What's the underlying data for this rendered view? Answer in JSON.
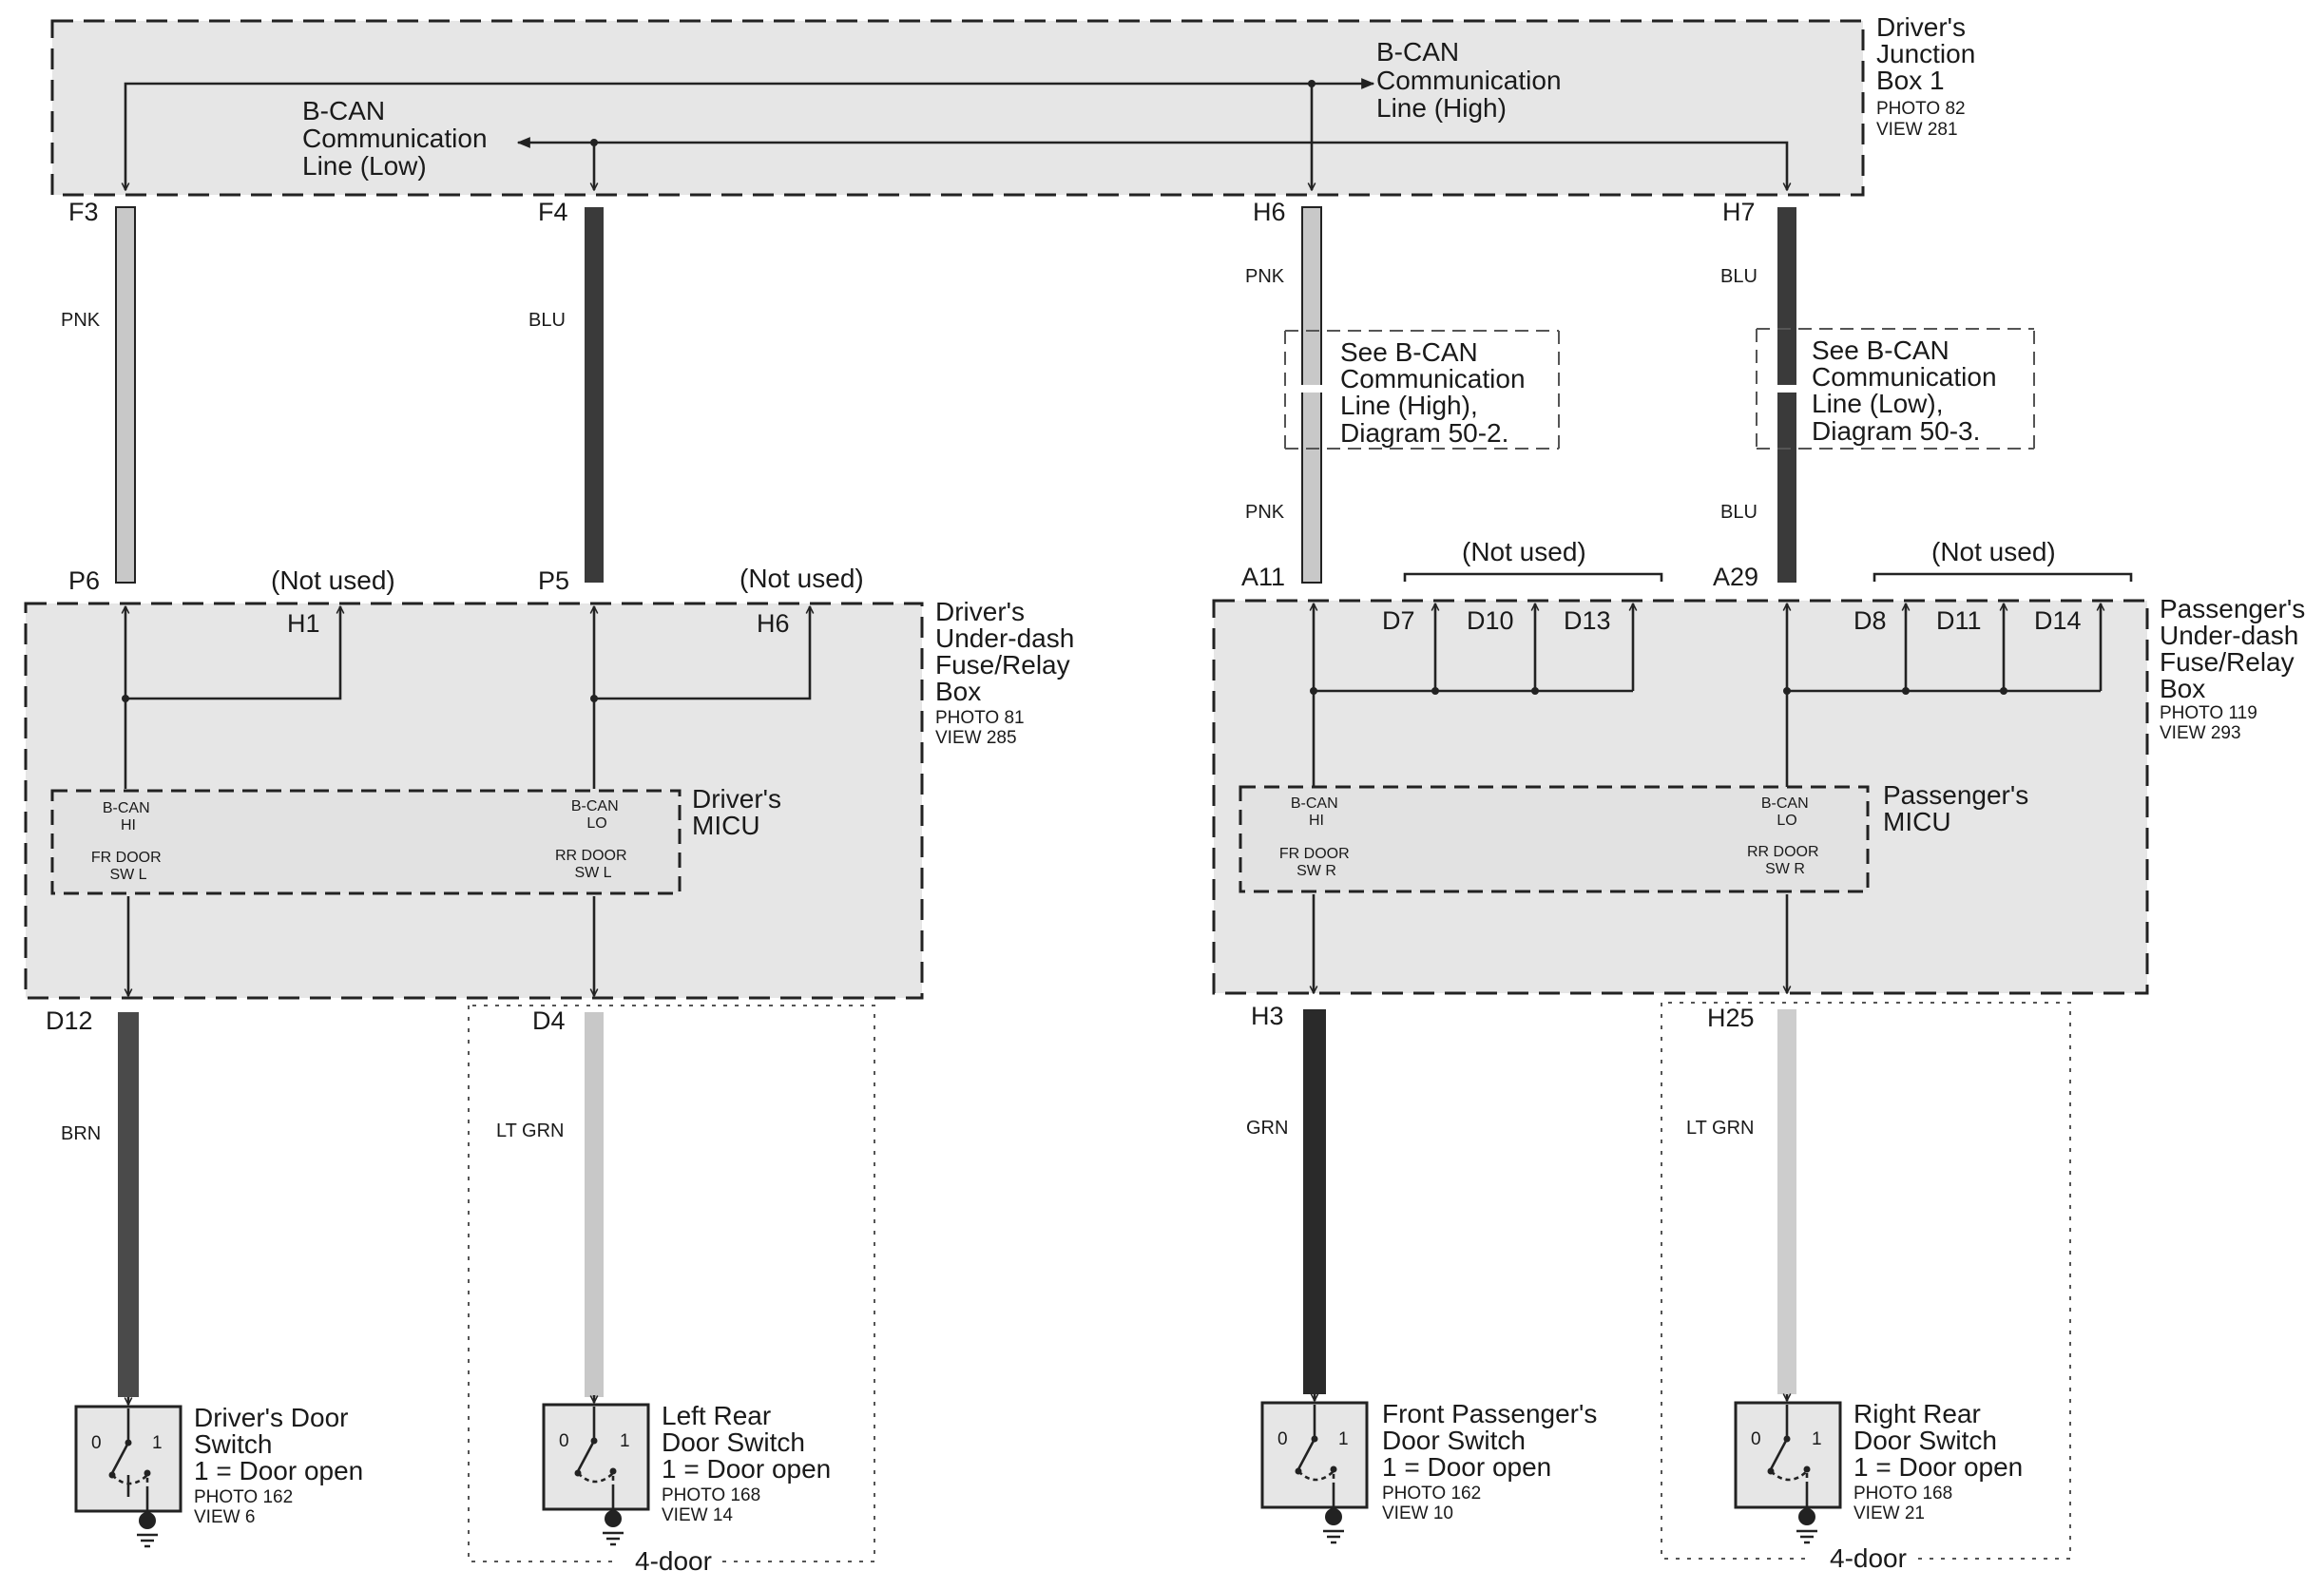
{
  "junction_box": {
    "title_lines": [
      "Driver's",
      "Junction",
      "Box 1"
    ],
    "photo": "PHOTO 82",
    "view": "VIEW 281",
    "bcan_high_lines": [
      "B-CAN",
      "Communication",
      "Line (High)"
    ],
    "bcan_low_lines": [
      "B-CAN",
      "Communication",
      "Line (Low)"
    ]
  },
  "connectors": {
    "f3": "F3",
    "f4": "F4",
    "h6_top": "H6",
    "h7": "H7",
    "p6": "P6",
    "p5": "P5",
    "a11": "A11",
    "a29": "A29",
    "h1": "H1",
    "h6_mid": "H6",
    "d7": "D7",
    "d10": "D10",
    "d13": "D13",
    "d8": "D8",
    "d11": "D11",
    "d14": "D14",
    "d12": "D12",
    "d4": "D4",
    "h3": "H3",
    "h25": "H25"
  },
  "wire_colors": {
    "pnk": "PNK",
    "blu": "BLU",
    "brn": "BRN",
    "lt_grn": "LT GRN",
    "grn": "GRN"
  },
  "not_used": "(Not used)",
  "references": {
    "high_lines": [
      "See B-CAN",
      "Communication",
      "Line (High),",
      "Diagram 50-2."
    ],
    "low_lines": [
      "See B-CAN",
      "Communication",
      "Line (Low),",
      "Diagram 50-3."
    ]
  },
  "drivers_fuse_box": {
    "title_lines": [
      "Driver's",
      "Under-dash",
      "Fuse/Relay",
      "Box"
    ],
    "photo": "PHOTO 81",
    "view": "VIEW 285"
  },
  "passengers_fuse_box": {
    "title_lines": [
      "Passenger's",
      "Under-dash",
      "Fuse/Relay",
      "Box"
    ],
    "photo": "PHOTO 119",
    "view": "VIEW 293"
  },
  "drivers_micu": {
    "title_lines": [
      "Driver's",
      "MICU"
    ],
    "hi_lines": [
      "B-CAN",
      "HI"
    ],
    "lo_lines": [
      "B-CAN",
      "LO"
    ],
    "sw_left_lines": [
      "FR DOOR",
      "SW L"
    ],
    "sw_right_lines": [
      "RR DOOR",
      "SW L"
    ]
  },
  "passengers_micu": {
    "title_lines": [
      "Passenger's",
      "MICU"
    ],
    "hi_lines": [
      "B-CAN",
      "HI"
    ],
    "lo_lines": [
      "B-CAN",
      "LO"
    ],
    "sw_left_lines": [
      "FR DOOR",
      "SW R"
    ],
    "sw_right_lines": [
      "RR DOOR",
      "SW R"
    ]
  },
  "switches": {
    "drivers": {
      "lines": [
        "Driver's Door",
        "Switch",
        "1 = Door open"
      ],
      "photo": "PHOTO 162",
      "view": "VIEW 6"
    },
    "left_rear": {
      "lines": [
        "Left Rear",
        "Door Switch",
        "1 = Door open"
      ],
      "photo": "PHOTO 168",
      "view": "VIEW 14"
    },
    "front_passenger": {
      "lines": [
        "Front Passenger's",
        "Door Switch",
        "1 = Door open"
      ],
      "photo": "PHOTO 162",
      "view": "VIEW 10"
    },
    "right_rear": {
      "lines": [
        "Right Rear",
        "Door Switch",
        "1 = Door open"
      ],
      "photo": "PHOTO 168",
      "view": "VIEW 21"
    },
    "pos0": "0",
    "pos1": "1"
  },
  "four_door": "4-door"
}
